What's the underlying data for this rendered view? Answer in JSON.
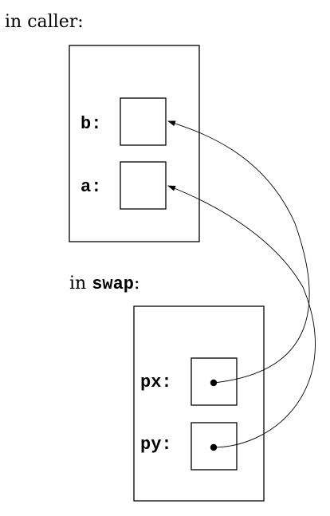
{
  "caller": {
    "heading": "in caller:",
    "vars": [
      {
        "label": "b:"
      },
      {
        "label": "a:"
      }
    ]
  },
  "swap": {
    "heading_prefix": "in ",
    "heading_code": "swap",
    "heading_suffix": ":",
    "vars": [
      {
        "label": "px:"
      },
      {
        "label": "py:"
      }
    ]
  },
  "pointers": [
    {
      "from": "px",
      "to": "b"
    },
    {
      "from": "py",
      "to": "a"
    }
  ],
  "colors": {
    "ink": "#000000",
    "background": "#ffffff"
  }
}
